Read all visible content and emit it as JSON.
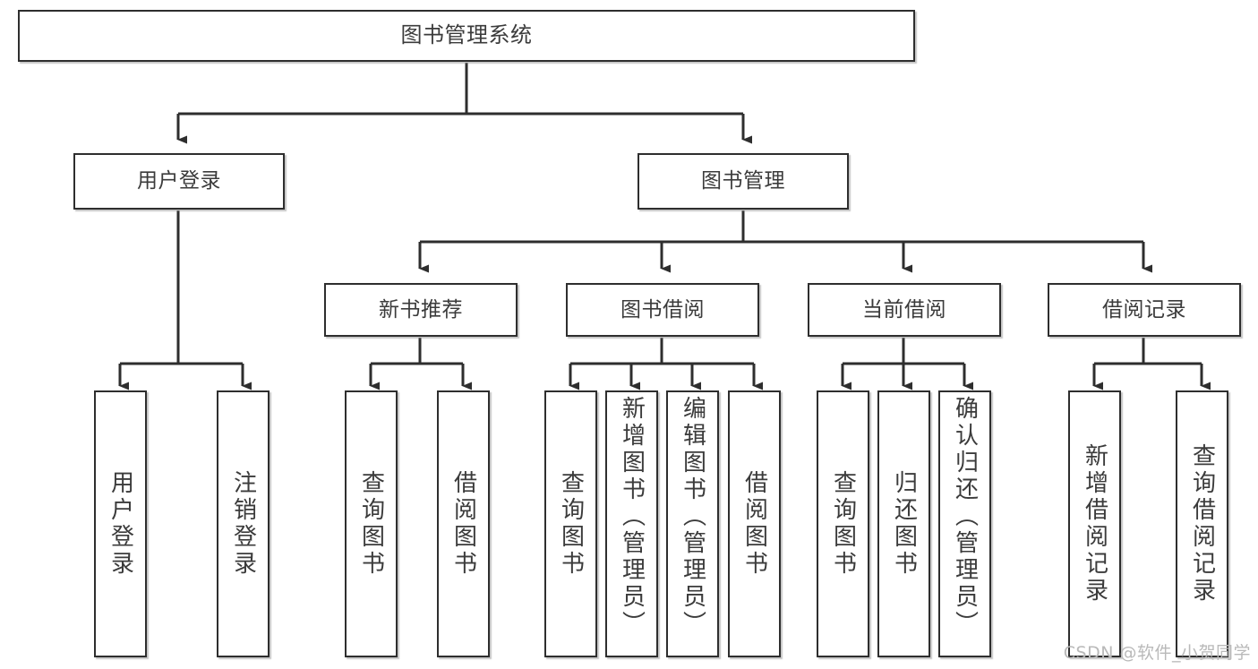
{
  "diagram": {
    "title": "图书管理系统",
    "type": "tree",
    "orientation": "top-down",
    "colors": {
      "box_border": "#2e2e2e",
      "box_fill": "#ffffff",
      "text": "#3b3b3b",
      "connector": "#2e2e2e",
      "watermark": "#b9b9b9"
    },
    "root": {
      "id": "root",
      "label": "图书管理系统"
    },
    "level2": [
      {
        "id": "user-login",
        "label": "用户登录"
      },
      {
        "id": "book-manage",
        "label": "图书管理"
      }
    ],
    "level3": [
      {
        "id": "new-book-recommend",
        "label": "新书推荐"
      },
      {
        "id": "book-borrow",
        "label": "图书借阅"
      },
      {
        "id": "current-borrow",
        "label": "当前借阅"
      },
      {
        "id": "borrow-record",
        "label": "借阅记录"
      }
    ],
    "leaves": [
      {
        "id": "leaf-user-login",
        "label": "用户登录",
        "parent": "user-login"
      },
      {
        "id": "leaf-logout-login",
        "label": "注销登录",
        "parent": "user-login"
      },
      {
        "id": "leaf-query-book-1",
        "label": "查询图书",
        "parent": "new-book-recommend"
      },
      {
        "id": "leaf-borrow-book-1",
        "label": "借阅图书",
        "parent": "new-book-recommend"
      },
      {
        "id": "leaf-query-book-2",
        "label": "查询图书",
        "parent": "book-borrow"
      },
      {
        "id": "leaf-add-book-admin",
        "label": "新增图书（管理员）",
        "parent": "book-borrow"
      },
      {
        "id": "leaf-edit-book-admin",
        "label": "编辑图书（管理员）",
        "parent": "book-borrow"
      },
      {
        "id": "leaf-borrow-book-2",
        "label": "借阅图书",
        "parent": "book-borrow"
      },
      {
        "id": "leaf-query-book-3",
        "label": "查询图书",
        "parent": "current-borrow"
      },
      {
        "id": "leaf-return-book",
        "label": "归还图书",
        "parent": "current-borrow"
      },
      {
        "id": "leaf-confirm-return",
        "label": "确认归还（管理员）",
        "parent": "current-borrow"
      },
      {
        "id": "leaf-add-record",
        "label": "新增借阅记录",
        "parent": "borrow-record"
      },
      {
        "id": "leaf-query-record",
        "label": "查询借阅记录",
        "parent": "borrow-record"
      }
    ]
  },
  "watermark": {
    "text": "CSDN @软件_小贺同学"
  }
}
